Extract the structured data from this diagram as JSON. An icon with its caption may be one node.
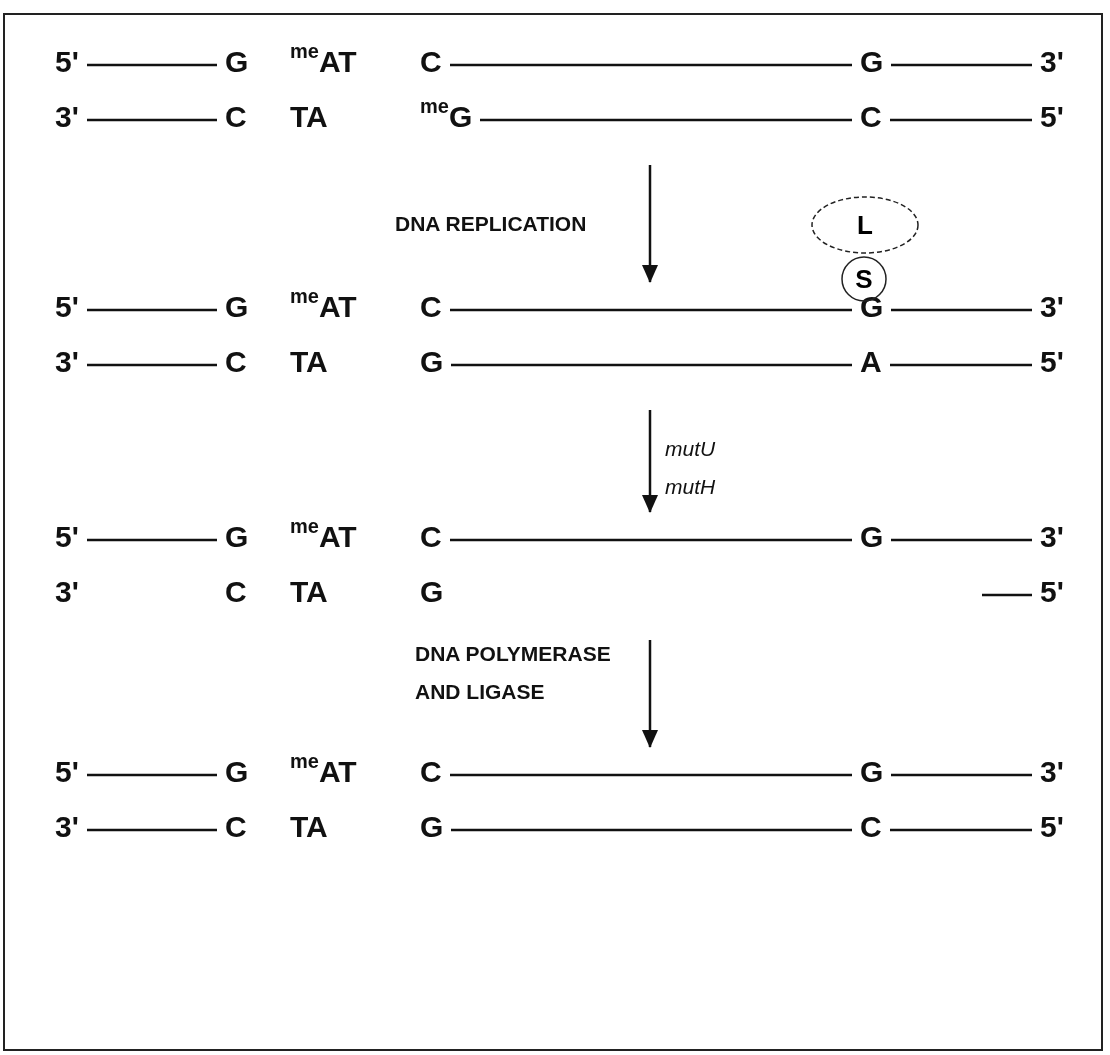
{
  "diagram": {
    "nodes": [
      {
        "text": [
          "5' G $^{me}$AT C G 3'",
          "3' C TA $^{me}$G C 5'"
        ]
      },
      {
        "text": [
          "5' G $^{me}$AT C G 3'",
          "3' C TA G A 5'"
        ]
      },
      {
        "text": [
          "5' G $^{me}$AT C G 3'",
          "3' C TA G 5'"
        ]
      },
      {
        "text": [
          "5' G $^{me}$AT C G 3'",
          "3' C TA G C 5'"
        ]
      },
      {
        "text": [
          "L"
        ]
      },
      {
        "text": [
          "S"
        ]
      }
    ],
    "edges": [
      {
        "from": 0,
        "to": 1,
        "arrow": "to",
        "label": "DNA REPLICATION"
      },
      {
        "from": 1,
        "to": 2,
        "arrow": "to",
        "label": "mutU mutH"
      },
      {
        "from": 2,
        "to": 3,
        "arrow": "to",
        "label": "DNA POLYMERASE AND LIGASE"
      }
    ]
  }
}
